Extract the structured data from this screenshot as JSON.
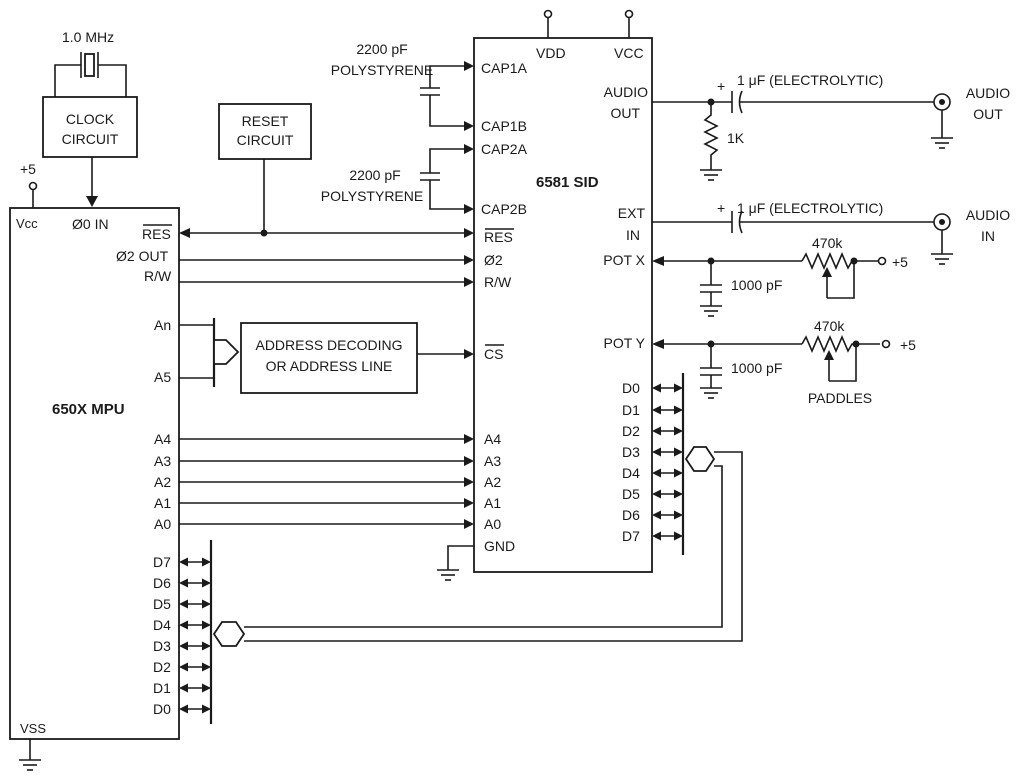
{
  "mpu": {
    "title": "650X MPU",
    "vcc": "Vcc",
    "phi0_in": "Ø0 IN",
    "vss": "VSS",
    "res": "RES",
    "phi2_out": "Ø2 OUT",
    "rw": "R/W",
    "an": "An",
    "a5": "A5",
    "addr": [
      "A4",
      "A3",
      "A2",
      "A1",
      "A0"
    ],
    "data": [
      "D7",
      "D6",
      "D5",
      "D4",
      "D3",
      "D2",
      "D1",
      "D0"
    ]
  },
  "sid": {
    "title": "6581 SID",
    "vdd": "VDD",
    "vcc": "VCC",
    "cap1a": "CAP1A",
    "cap1b": "CAP1B",
    "cap2a": "CAP2A",
    "cap2b": "CAP2B",
    "res": "RES",
    "phi2": "Ø2",
    "rw": "R/W",
    "cs": "CS",
    "addr": [
      "A4",
      "A3",
      "A2",
      "A1",
      "A0"
    ],
    "gnd": "GND",
    "audio_out": [
      "AUDIO",
      "OUT"
    ],
    "ext_in": [
      "EXT",
      "IN"
    ],
    "pot_x": "POT X",
    "pot_y": "POT Y",
    "data": [
      "D0",
      "D1",
      "D2",
      "D3",
      "D4",
      "D5",
      "D6",
      "D7"
    ]
  },
  "clock": {
    "crystal": "1.0 MHz",
    "box": [
      "CLOCK",
      "CIRCUIT"
    ]
  },
  "reset": {
    "box": [
      "RESET",
      "CIRCUIT"
    ]
  },
  "plus5": "+5",
  "address_decoder": [
    "ADDRESS DECODING",
    "OR ADDRESS LINE"
  ],
  "caps": {
    "cap1": [
      "2200 pF",
      "POLYSTYRENE"
    ],
    "cap2": [
      "2200  pF",
      "POLYSTYRENE"
    ]
  },
  "audio_out_cap": "1 μF (ELECTROLYTIC)",
  "audio_in_cap": "1 μF (ELECTROLYTIC)",
  "cap_polarity": "+",
  "resistor_1k": "1K",
  "audio_out_jack": [
    "AUDIO",
    "OUT"
  ],
  "audio_in_jack": [
    "AUDIO",
    "IN"
  ],
  "pot_x_circuit": {
    "pot": "470k",
    "cap": "1000 pF",
    "supply": "+5"
  },
  "pot_y_circuit": {
    "pot": "470k",
    "cap": "1000 pF",
    "supply": "+5"
  },
  "paddles": "PADDLES"
}
